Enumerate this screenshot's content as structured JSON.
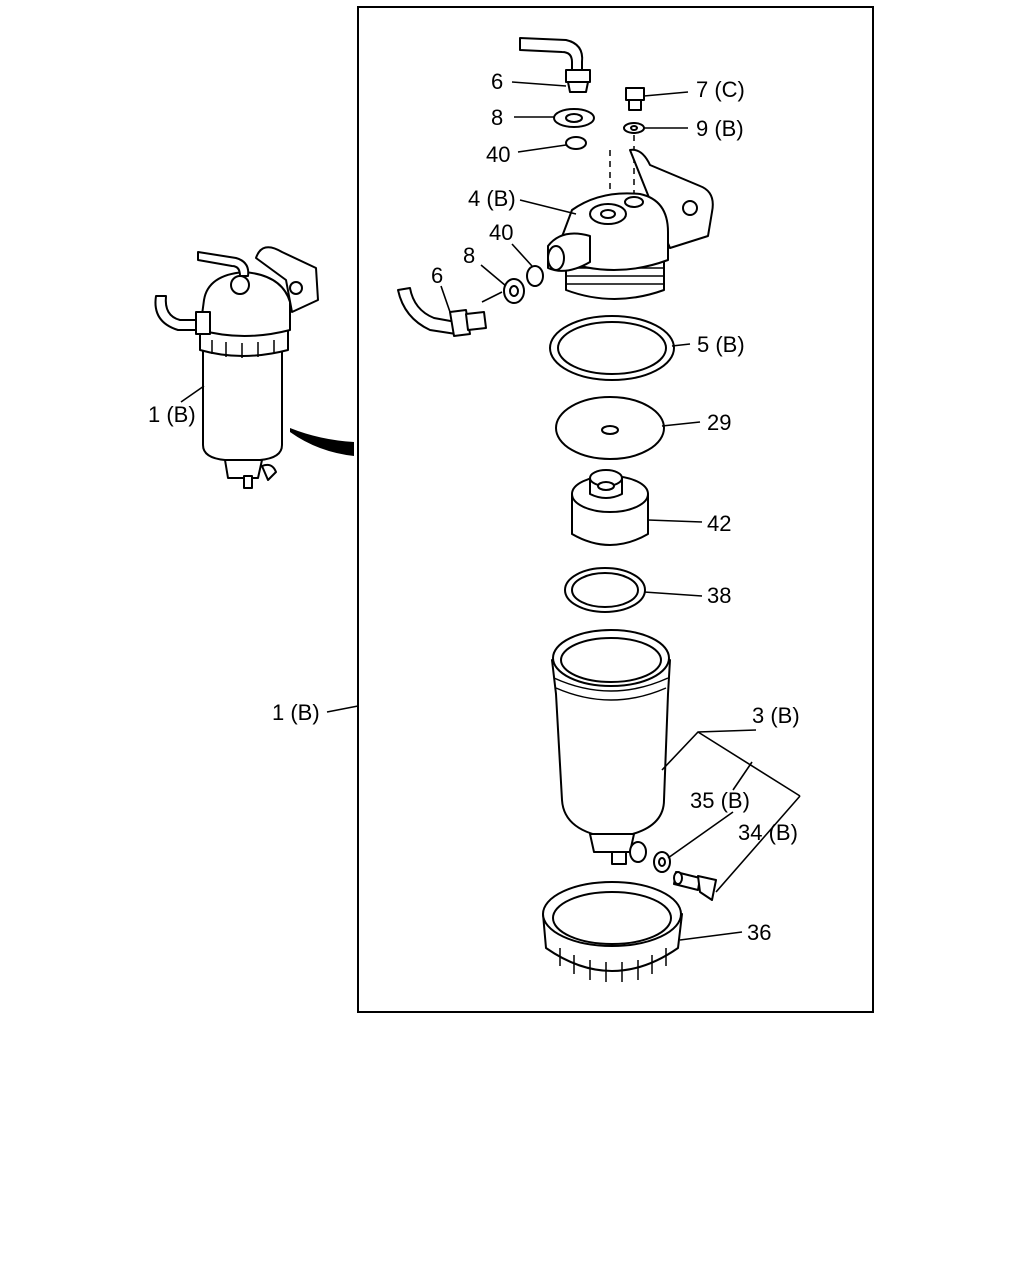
{
  "callouts": {
    "c6_top": "6",
    "c8_top": "8",
    "c40_top": "40",
    "c7": "7 (C)",
    "c9": "9 (B)",
    "c4": "4 (B)",
    "c40_side": "40",
    "c8_side": "8",
    "c6_side": "6",
    "c5": "5 (B)",
    "c29": "29",
    "c42": "42",
    "c38": "38",
    "c1_left": "1 (B)",
    "c1_frame": "1 (B)",
    "c3": "3 (B)",
    "c35": "35 (B)",
    "c34": "34 (B)",
    "c36": "36"
  }
}
